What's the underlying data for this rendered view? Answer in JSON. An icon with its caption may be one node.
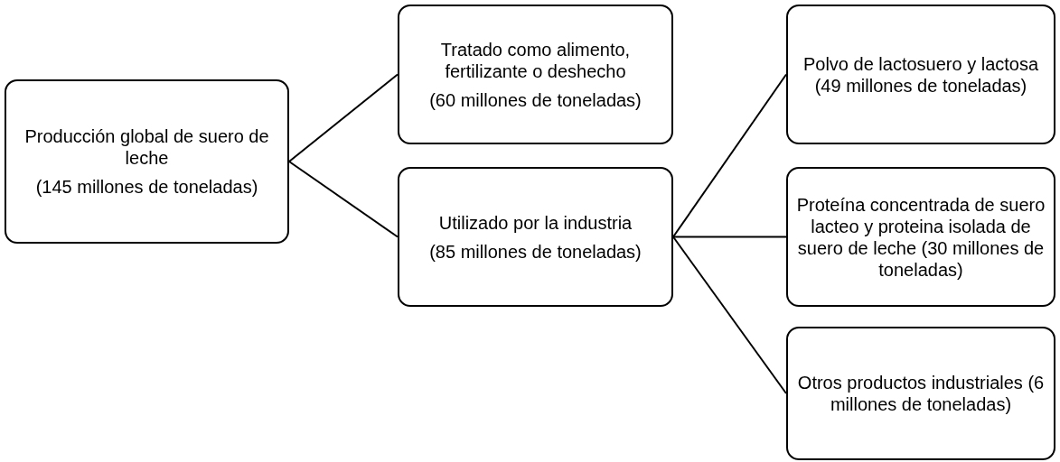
{
  "diagram": {
    "nodes": [
      {
        "text": [
          "Producción global de suero de leche",
          "(145 millones de toneladas)"
        ]
      },
      {
        "text": [
          "Tratado como alimento, fertilizante o deshecho",
          "(60 millones de toneladas)"
        ]
      },
      {
        "text": [
          "Utilizado por la industria",
          "(85 millones de toneladas)"
        ]
      },
      {
        "text": [
          "Polvo de lactosuero y lactosa (49 millones de toneladas)"
        ]
      },
      {
        "text": [
          "Proteína concentrada de suero lacteo y proteina isolada de suero de leche (30 millones de toneladas)"
        ]
      },
      {
        "text": [
          "Otros productos industriales (6 millones de toneladas)"
        ]
      }
    ],
    "edges": [
      {
        "from": 0,
        "to": 1,
        "arrow": "none"
      },
      {
        "from": 0,
        "to": 2,
        "arrow": "none"
      },
      {
        "from": 2,
        "to": 3,
        "arrow": "none"
      },
      {
        "from": 2,
        "to": 4,
        "arrow": "none"
      },
      {
        "from": 2,
        "to": 5,
        "arrow": "none"
      }
    ]
  }
}
